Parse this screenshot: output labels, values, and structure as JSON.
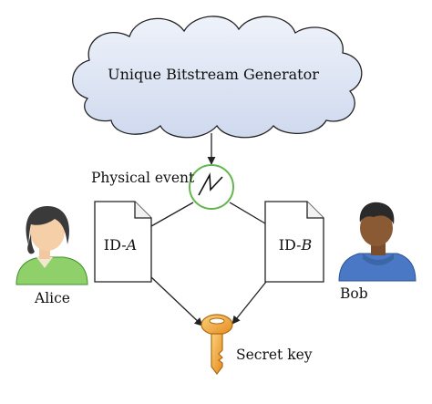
{
  "generator": {
    "label": "Unique Bitstream Generator",
    "fill": "#dfe6f5"
  },
  "physical_event": {
    "label": "Physical event",
    "ring_color": "#63b54f"
  },
  "alice": {
    "label": "Alice"
  },
  "bob": {
    "label": "Bob"
  },
  "doc_a": {
    "prefix": "ID-",
    "suffix": "A"
  },
  "doc_b": {
    "prefix": "ID-",
    "suffix": "B"
  },
  "secret_key": {
    "label": "Secret key",
    "color": "#f2a23a"
  }
}
